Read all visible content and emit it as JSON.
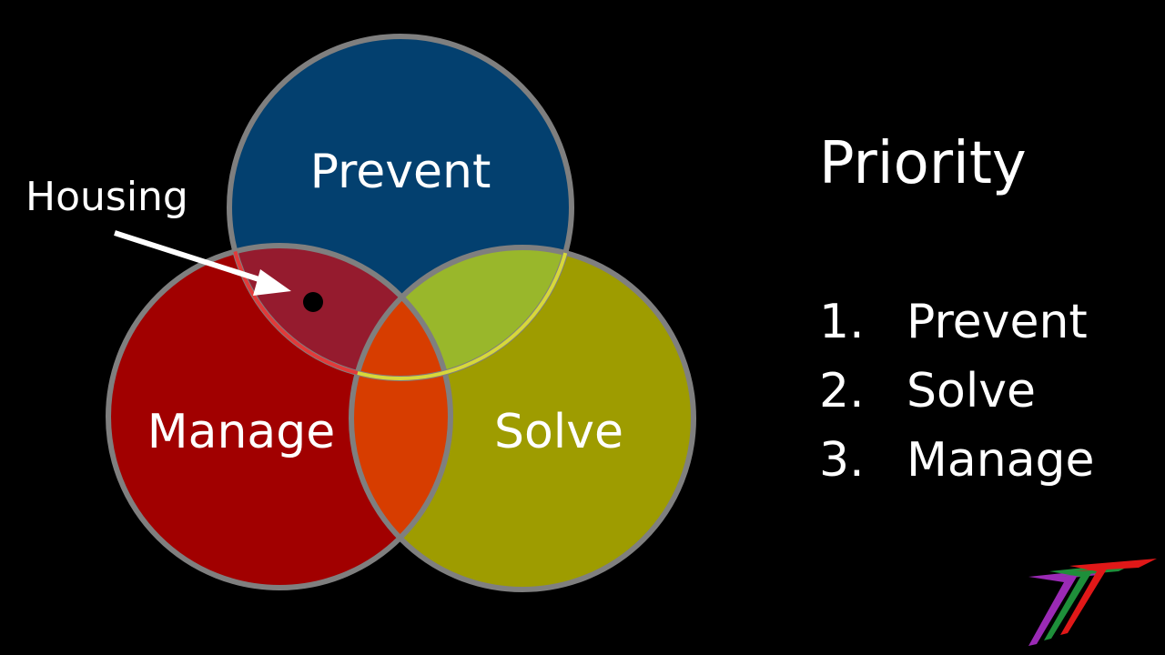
{
  "diagram": {
    "circles": [
      {
        "key": "prevent",
        "label": "Prevent",
        "color": "#03406f"
      },
      {
        "key": "manage",
        "label": "Manage",
        "color": "#a10000"
      },
      {
        "key": "solve",
        "label": "Solve",
        "color": "#9e9c00"
      }
    ],
    "outline_color": "#7f7f7f",
    "overlaps": {
      "prevent_manage": "#951b2e",
      "prevent_solve": "#99b72b",
      "manage_solve": "#d73d00"
    },
    "annotation": {
      "label": "Housing",
      "arrow_color": "#ffffff",
      "marker_color": "#000000"
    }
  },
  "priority": {
    "title": "Priority",
    "items": [
      {
        "number": "1.",
        "label": "Prevent"
      },
      {
        "number": "2.",
        "label": "Solve"
      },
      {
        "number": "3.",
        "label": "Manage"
      }
    ]
  },
  "logo": {
    "colors": [
      "#9a2ab5",
      "#1e8f3a",
      "#e01818"
    ]
  }
}
